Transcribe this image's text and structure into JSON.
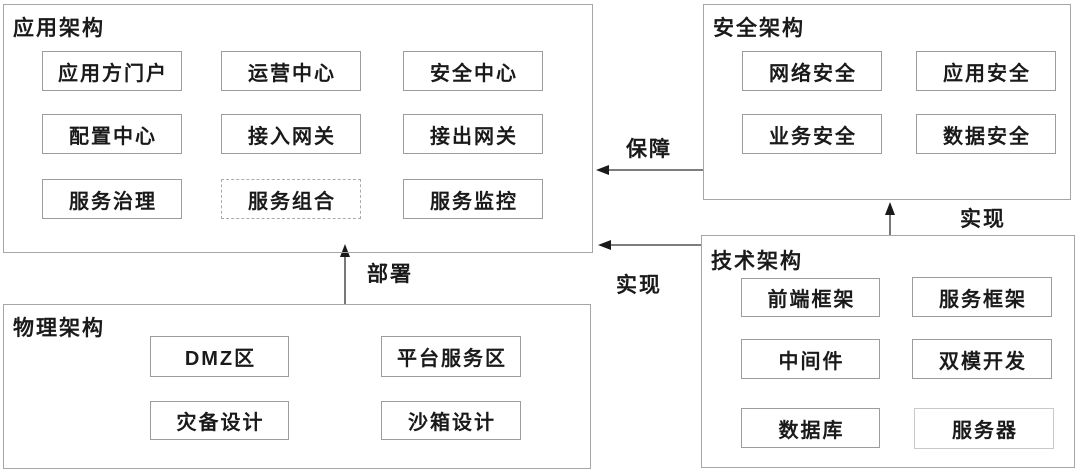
{
  "panels": {
    "app": {
      "title": "应用架构",
      "items": [
        "应用方门户",
        "运营中心",
        "安全中心",
        "配置中心",
        "接入网关",
        "接出网关",
        "服务治理",
        "服务组合",
        "服务监控"
      ]
    },
    "security": {
      "title": "安全架构",
      "items": [
        "网络安全",
        "应用安全",
        "业务安全",
        "数据安全"
      ]
    },
    "tech": {
      "title": "技术架构",
      "items": [
        "前端框架",
        "服务框架",
        "中间件",
        "双模开发",
        "数据库",
        "服务器"
      ]
    },
    "physical": {
      "title": "物理架构",
      "items": [
        "DMZ区",
        "平台服务区",
        "灾备设计",
        "沙箱设计"
      ]
    }
  },
  "arrows": {
    "guarantee": "保障",
    "realize_to_app": "实现",
    "realize_to_security": "实现",
    "deploy": "部署"
  },
  "colors": {
    "panel_border": "#a6a6a6",
    "node_border": "#9c9c9c",
    "node_border_light": "#c9c9c9",
    "dashed_border": "#ababab",
    "line": "#303030",
    "text": "#1a1a1a",
    "background": "#ffffff"
  }
}
